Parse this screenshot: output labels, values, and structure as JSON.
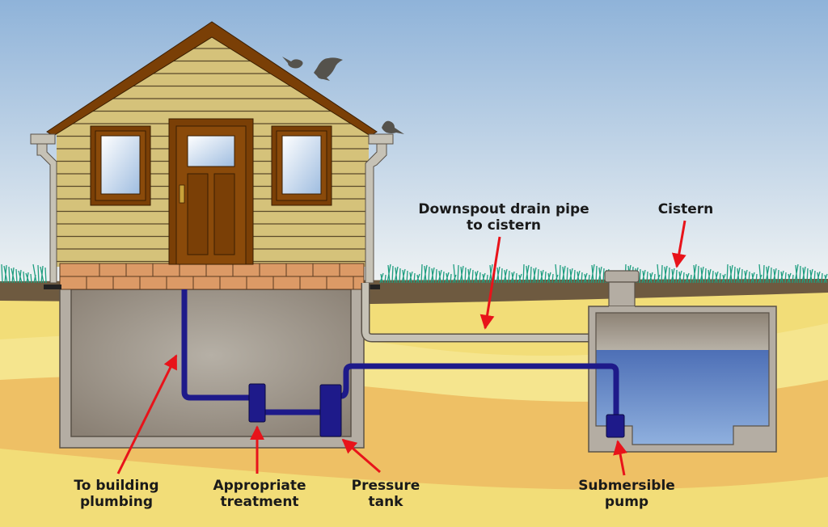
{
  "diagram": {
    "labels": {
      "downspout_line1": "Downspout drain pipe",
      "downspout_line2": "to cistern",
      "cistern": "Cistern",
      "building_line1": "To building",
      "building_line2": "plumbing",
      "treatment_line1": "Appropriate",
      "treatment_line2": "treatment",
      "pressure_line1": "Pressure",
      "pressure_line2": "tank",
      "pump_line1": "Submersible",
      "pump_line2": "pump"
    },
    "colors": {
      "sky_top": "#8fb3d9",
      "sky_bottom": "#eef2f4",
      "siding": "#d5c27a",
      "trim": "#7a3f06",
      "brick": "#dc9a66",
      "basement": "#aaa39a",
      "concrete": "#b4ada3",
      "soil_top": "#6e5a40",
      "sand_light": "#f2dd78",
      "sand_dark": "#eec065",
      "grass": "#1f9e80",
      "pipe_blue": "#1e1a8a",
      "water": "#5f86c7",
      "arrow_red": "#e8131a",
      "drain_pipe": "#c6c2b6",
      "bird": "#55524c"
    }
  }
}
